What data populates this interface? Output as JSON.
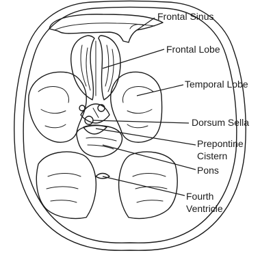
{
  "labels": {
    "frontal_sinus": "Frontal Sinus",
    "frontal_lobe": "Frontal Lobe",
    "temporal_lobe": "Temporal Lobe",
    "dorsum_sella": "Dorsum Sella",
    "prepontine_cistern_line1": "Prepontine",
    "prepontine_cistern_line2": "Cistern",
    "pons": "Pons",
    "fourth_ventricle_line1": "Fourth",
    "fourth_ventricle_line2": "Ventricle"
  },
  "colors": {
    "line": "#1a1a1a",
    "background": "#ffffff"
  }
}
